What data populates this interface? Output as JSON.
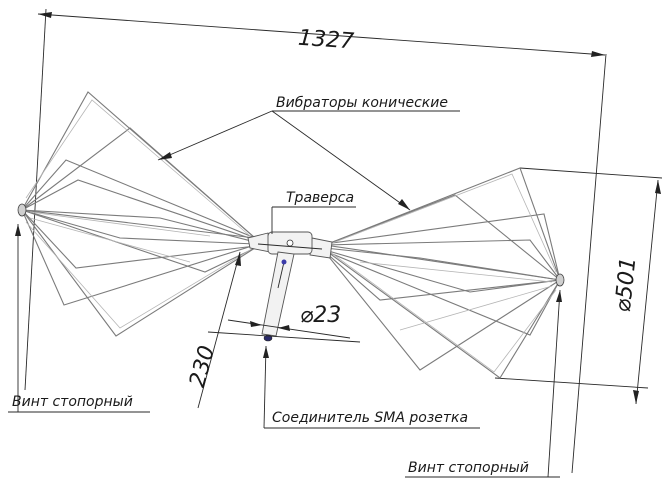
{
  "dimensions": {
    "overall_length": "1327",
    "cone_diameter": "⌀501",
    "mast_height": "230",
    "mast_diameter": "⌀23"
  },
  "labels": {
    "conical_elements": "Вибраторы конические",
    "traverse": "Траверса",
    "locking_screw_left": "Винт стопорный",
    "locking_screw_right": "Винт стопорный",
    "sma_connector": "Соединитель SMA розетка"
  }
}
